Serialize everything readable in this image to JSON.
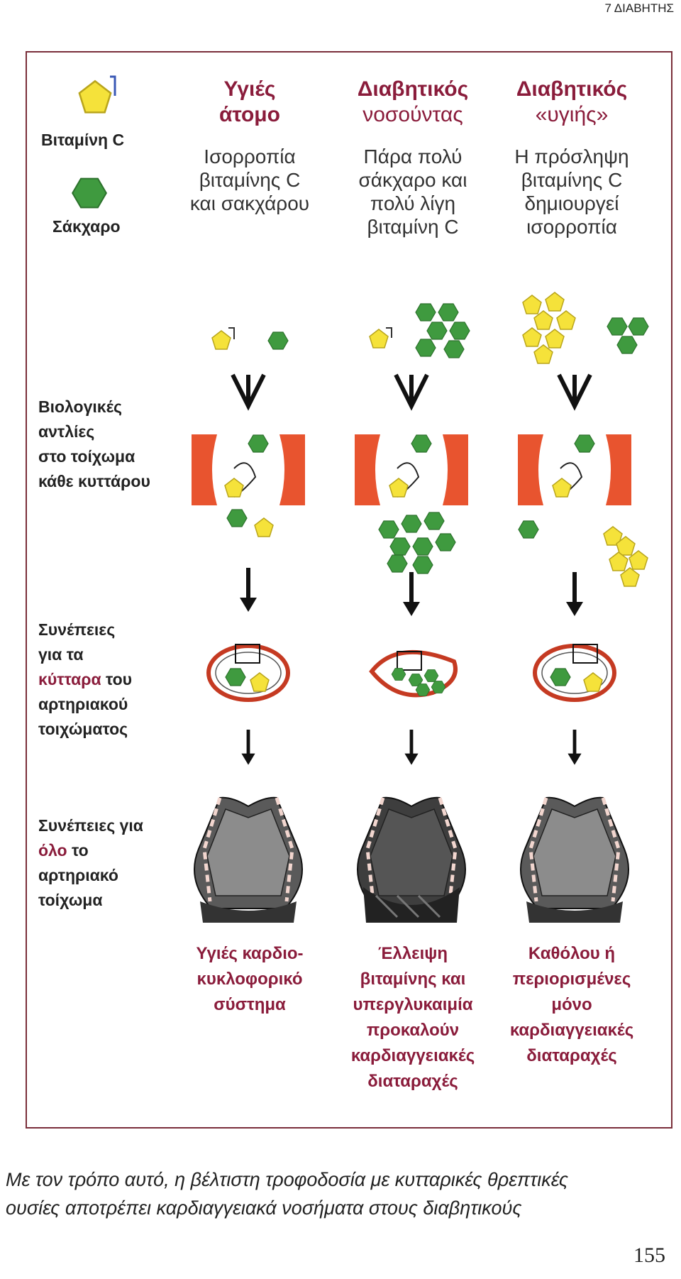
{
  "header": {
    "chapter": "7  ΔΙΑΒΗΤΗΣ"
  },
  "legend": {
    "vitamin_label": "Βιταμίνη C",
    "sugar_label": "Σάκχαρο"
  },
  "columns": [
    {
      "title_line1": "Υγιές",
      "title_line2": "άτομο",
      "description": [
        "Ισορροπία",
        "βιταμίνης C",
        "και σακχάρου"
      ],
      "result": [
        "Υγιές καρδιο-",
        "κυκλοφορικό",
        "σύστημα"
      ]
    },
    {
      "title_line1": "Διαβητικός",
      "title_line2": "νοσούντας",
      "description": [
        "Πάρα πολύ",
        "σάκχαρο και",
        "πολύ λίγη",
        "βιταμίνη C"
      ],
      "result": [
        "Έλλειψη",
        "βιταμίνης και",
        "υπεργλυκαιμία",
        "προκαλούν",
        "καρδιαγγειακές",
        "διαταραχές"
      ]
    },
    {
      "title_line1": "Διαβητικός",
      "title_line2": "«υγιής»",
      "description": [
        "Η πρόσληψη",
        "βιταμίνης C",
        "δημιουργεί",
        "ισορροπία"
      ],
      "result": [
        "Καθόλου ή",
        "περιορισμένες",
        "μόνο",
        "καρδιαγγειακές",
        "διαταραχές"
      ]
    }
  ],
  "rows": {
    "pumps": [
      "Βιολογικές",
      "αντλίες",
      "στο τοίχωμα",
      "κάθε κυττάρου"
    ],
    "cells": {
      "l1": "Συνέπειες",
      "l2": "για τα",
      "l3a": "κύτταρα",
      "l3b": " του",
      "l4": "αρτηριακού",
      "l5": "τοιχώματος"
    },
    "wall": {
      "l1": "Συνέπειες για",
      "l2a": "όλο",
      "l2b": " το",
      "l3": "αρτηριακό",
      "l4": "τοίχωμα"
    }
  },
  "footer": {
    "line1": "Με τον τρόπο αυτό, η βέλτιστη τροφοδοσία με κυτταρικές θρεπτικές",
    "line2": "ουσίες αποτρέπει καρδιαγγειακά νοσήματα στους διαβητικούς"
  },
  "page_number": "155",
  "colors": {
    "accent": "#8a1c3b",
    "vitamin": "#f5e23a",
    "sugar": "#3f9a3f",
    "pump": "#e8542f",
    "frame": "#7a2e3a"
  }
}
